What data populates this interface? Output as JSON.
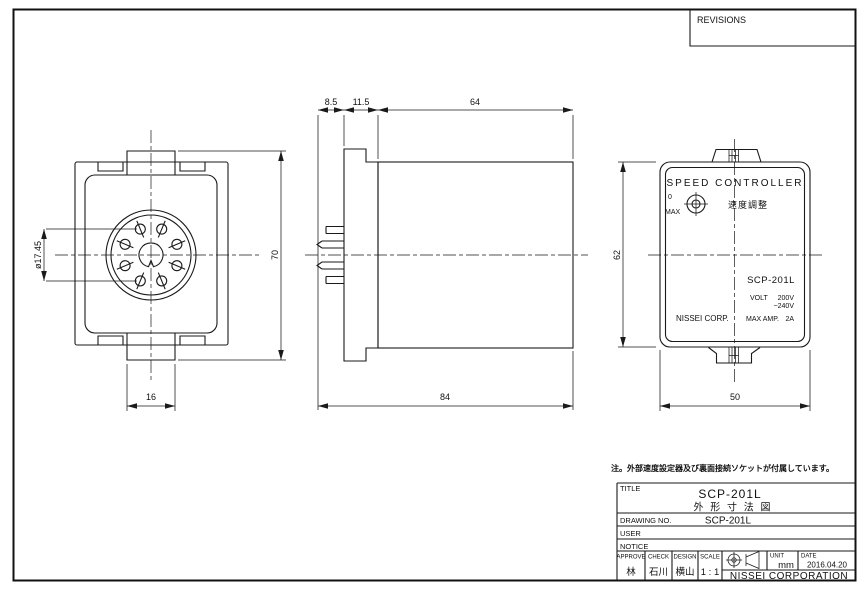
{
  "sheet": {
    "revisions_label": "REVISIONS",
    "note": "注。外部速度設定器及び裏面接続ソケットが付属しています。"
  },
  "back_view": {
    "dim_pitch_circle": "ø17.45",
    "dim_overall_height": "70",
    "dim_tab_width": "16"
  },
  "side_view": {
    "dim_pin_length": "8.5",
    "dim_flange_depth": "11.5",
    "dim_body_length": "64",
    "dim_overall_length": "84"
  },
  "front_view": {
    "panel_title": "SPEED CONTROLLER",
    "dial_min_label": "0",
    "dial_max_label": "MAX",
    "dial_caption": "速度調整",
    "model": "SCP-201L",
    "volt_label": "VOLT",
    "volt_value": "200V",
    "volt_range": "~240V",
    "maker": "NISSEI CORP.",
    "amp_label": "MAX AMP.",
    "amp_value": "2A",
    "dim_panel_height": "62",
    "dim_panel_width": "50"
  },
  "title_block": {
    "title_label": "TITLE",
    "title": "SCP-201L",
    "subtitle": "外 形 寸 法 図",
    "drawing_no_label": "DRAWING NO.",
    "drawing_no": "SCP-201L",
    "user_label": "USER",
    "notice_label": "NOTICE",
    "approve_label": "APPROVE",
    "approve_name": "林",
    "check_label": "CHECK",
    "check_name": "石川",
    "design_label": "DESIGN",
    "design_name": "横山",
    "scale_label": "SCALE",
    "scale_value": "1 : 1",
    "unit_label": "UNIT",
    "unit_value": "mm",
    "date_label": "DATE",
    "date_value": "2016.04.20",
    "company": "NISSEI CORPORATION"
  }
}
